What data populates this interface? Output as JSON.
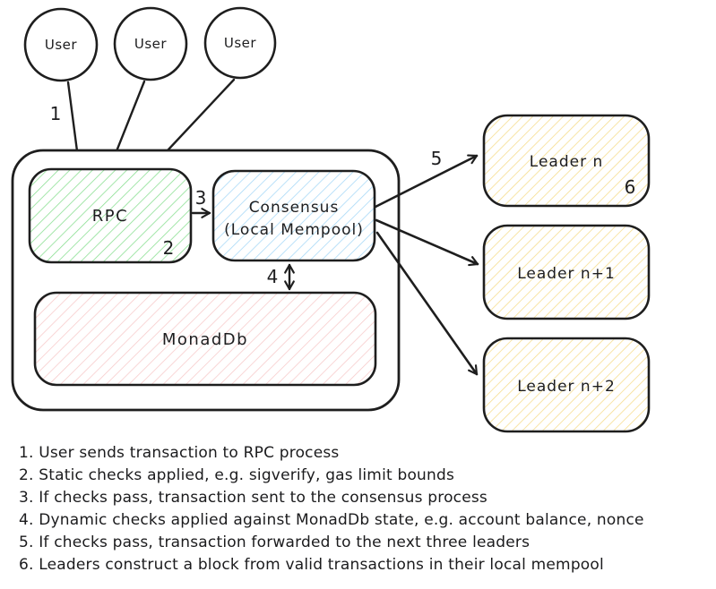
{
  "diagram": {
    "users": [
      {
        "label": "User"
      },
      {
        "label": "User"
      },
      {
        "label": "User"
      }
    ],
    "rpc": {
      "label": "RPC",
      "step_badge": "2"
    },
    "consensus": {
      "label_line1": "Consensus",
      "label_line2": "(Local Mempool)"
    },
    "monaddb": {
      "label": "MonadDb"
    },
    "leaders": [
      {
        "label": "Leader n",
        "step_badge": "6"
      },
      {
        "label": "Leader n+1"
      },
      {
        "label": "Leader n+2"
      }
    ],
    "step_labels": {
      "s1": "1",
      "s3": "3",
      "s4": "4",
      "s5": "5"
    },
    "colors": {
      "stroke": "#1e1e1e",
      "text": "#1d1d1f",
      "rpc_hatch": "#86de8e",
      "consensus_hatch": "#a5d8f7",
      "monaddb_hatch": "#f7c9c9",
      "leader_hatch": "#f6dc8a"
    }
  },
  "legend": {
    "items": [
      "1. User sends transaction to RPC process",
      "2. Static checks applied, e.g. sigverify, gas limit bounds",
      "3. If checks pass, transaction sent to the consensus process",
      "4. Dynamic checks applied against MonadDb state, e.g. account balance, nonce",
      "5. If checks pass, transaction forwarded to the next three leaders",
      "6. Leaders construct a block from valid transactions in their local mempool"
    ]
  }
}
